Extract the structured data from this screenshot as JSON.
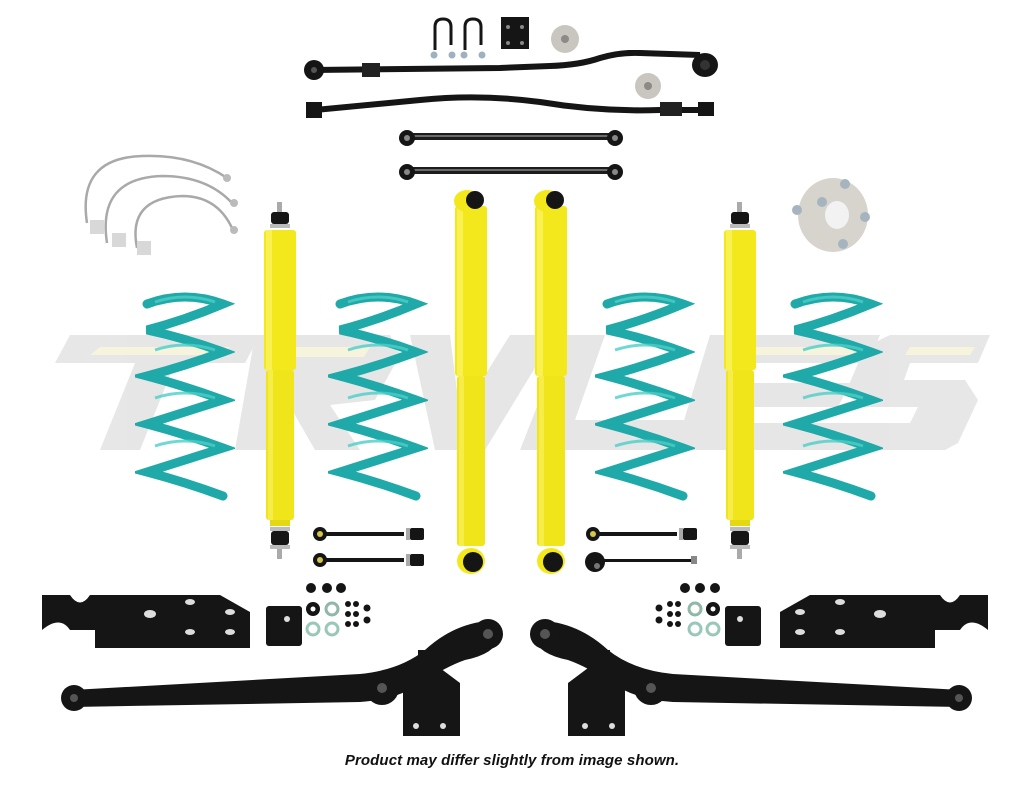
{
  "product_image": {
    "alt": "Suspension lift kit components laid out on white background",
    "watermark_text": "TRAYLES",
    "colors": {
      "background": "#ffffff",
      "shock_yellow": "#f3e81c",
      "shock_yellow_shade": "#d9cc10",
      "spring_teal": "#1fa9a8",
      "spring_teal_light": "#4ccfc7",
      "hardware_black": "#151515",
      "steel_silver": "#bfbfbf",
      "watermark_grey": "#e4e4e4",
      "watermark_cream": "#f7f5dc"
    },
    "components": [
      {
        "name": "u-bolts",
        "count": 2
      },
      {
        "name": "bracket-plate",
        "count": 1
      },
      {
        "name": "bump-stop-spacers",
        "count": 2
      },
      {
        "name": "adjustable-track-bar",
        "count": 1
      },
      {
        "name": "drag-link",
        "count": 1
      },
      {
        "name": "lower-control-arms",
        "count": 2
      },
      {
        "name": "braided-brake-lines",
        "count": 3
      },
      {
        "name": "wheel-spacer",
        "count": 1
      },
      {
        "name": "front-shocks",
        "count": 2
      },
      {
        "name": "rear-shocks",
        "count": 2
      },
      {
        "name": "coil-springs",
        "count": 4
      },
      {
        "name": "sway-bar-links",
        "count": 4
      },
      {
        "name": "hardware-nuts-washers",
        "count": 2
      },
      {
        "name": "mounting-brackets",
        "count": 4
      },
      {
        "name": "trailing-arms",
        "count": 2
      }
    ]
  },
  "caption": {
    "text": "Product may differ slightly from image shown."
  }
}
